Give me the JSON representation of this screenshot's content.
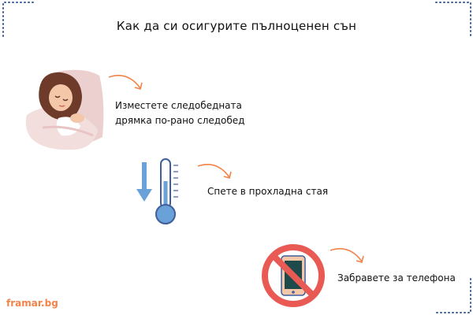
{
  "title": "Как да си осигурите пълноценен сън",
  "tips": [
    {
      "lines": [
        "Изместете следобедната",
        "дрямка по-рано следобед"
      ],
      "icon": "sleeping-woman-icon"
    },
    {
      "lines": [
        "Спете в прохладна стая"
      ],
      "icon": "thermometer-icon"
    },
    {
      "lines": [
        "Забравете за телефона"
      ],
      "icon": "no-phone-icon"
    }
  ],
  "brand": "framar.bg",
  "colors": {
    "accent_orange": "#f2844a",
    "border_blue": "#3f5e9c",
    "ban_red": "#e85a53",
    "thermo_blue": "#6aa1d8"
  }
}
